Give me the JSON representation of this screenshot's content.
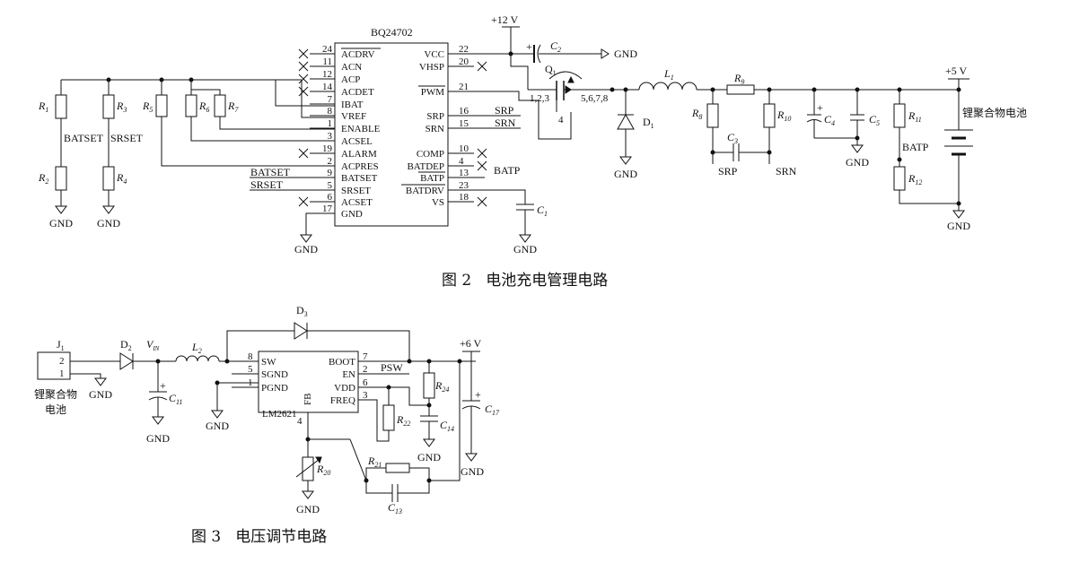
{
  "figure2": {
    "caption_num": "图 2",
    "caption_text": "电池充电管理电路",
    "ic": {
      "name": "BQ24702",
      "left_pins": [
        {
          "num": "24",
          "name": "ACDRV"
        },
        {
          "num": "11",
          "name": "ACN"
        },
        {
          "num": "12",
          "name": "ACP"
        },
        {
          "num": "14",
          "name": "ACDET"
        },
        {
          "num": "7",
          "name": "IBAT"
        },
        {
          "num": "8",
          "name": "VREF"
        },
        {
          "num": "1",
          "name": "ENABLE"
        },
        {
          "num": "3",
          "name": "ACSEL"
        },
        {
          "num": "19",
          "name": "ALARM"
        },
        {
          "num": "2",
          "name": "ACPRES"
        },
        {
          "num": "9",
          "name": "BATSET"
        },
        {
          "num": "5",
          "name": "SRSET"
        },
        {
          "num": "6",
          "name": "ACSET"
        },
        {
          "num": "17",
          "name": "GND"
        }
      ],
      "right_pins": [
        {
          "num": "22",
          "name": "VCC"
        },
        {
          "num": "20",
          "name": "VHSP"
        },
        {
          "num": "21",
          "name": "PWM"
        },
        {
          "num": "16",
          "name": "SRP"
        },
        {
          "num": "15",
          "name": "SRN"
        },
        {
          "num": "10",
          "name": "COMP"
        },
        {
          "num": "4",
          "name": "BATDEP"
        },
        {
          "num": "13",
          "name": "BATP"
        },
        {
          "num": "23",
          "name": "BATDRV"
        },
        {
          "num": "18",
          "name": "VS"
        }
      ]
    },
    "labels": {
      "r1": "R",
      "r1s": "1",
      "r2": "R",
      "r2s": "2",
      "r3": "R",
      "r3s": "3",
      "r4": "R",
      "r4s": "4",
      "r5": "R",
      "r5s": "5",
      "r6": "R",
      "r6s": "6",
      "r7": "R",
      "r7s": "7",
      "batset": "BATSET",
      "srset": "SRSET",
      "gnd": "GND",
      "batset_wire": "BATSET",
      "srset_wire": "SRSET",
      "vcc12": "+12  V",
      "c2": "C",
      "c2s": "2",
      "q1": "Q",
      "q1s": "1",
      "q1_pins_left": "1,2,3",
      "q1_pins_right": "5,6,7,8",
      "q1_gate": "4",
      "l1": "L",
      "l1s": "1",
      "r9": "R",
      "r9s": "9",
      "d1": "D",
      "d1s": "1",
      "r8": "R",
      "r8s": "8",
      "c3": "C",
      "c3s": "3",
      "r10": "R",
      "r10s": "10",
      "c4": "C",
      "c4s": "4",
      "c5": "C",
      "c5s": "5",
      "v5": "+5  V",
      "r11": "R",
      "r11s": "11",
      "r12": "R",
      "r12s": "12",
      "batp": "BATP",
      "batp_wire": "BATP",
      "battery": "锂聚合物电池",
      "c1": "C",
      "c1s": "1",
      "srp_wire": "SRP",
      "srn_wire": "SRN",
      "srp_node": "SRP",
      "srn_node": "SRN"
    }
  },
  "figure3": {
    "caption_num": "图 3",
    "caption_text": "电压调节电路",
    "ic": {
      "name": "LM2621",
      "fb": "FB",
      "fb_num": "4",
      "left_pins": [
        {
          "num": "8",
          "name": "SW"
        },
        {
          "num": "5",
          "name": "SGND"
        },
        {
          "num": "1",
          "name": "PGND"
        }
      ],
      "right_pins": [
        {
          "num": "7",
          "name": "BOOT"
        },
        {
          "num": "2",
          "name": "EN"
        },
        {
          "num": "6",
          "name": "VDD"
        },
        {
          "num": "3",
          "name": "FREQ"
        }
      ]
    },
    "labels": {
      "j1": "J",
      "j1s": "1",
      "j1_pin2": "2",
      "j1_pin1": "1",
      "battery_line1": "锂聚合物",
      "battery_line2": "电池",
      "d2": "D",
      "d2s": "2",
      "vin": "V",
      "vins": "IN",
      "l2": "L",
      "l2s": "2",
      "d3": "D",
      "d3s": "3",
      "c11": "C",
      "c11s": "11",
      "gnd": "GND",
      "psw": "PSW",
      "v6": "+6  V",
      "r24": "R",
      "r24s": "24",
      "r22": "R",
      "r22s": "22",
      "c14": "C",
      "c14s": "14",
      "c17": "C",
      "c17s": "17",
      "r20": "R",
      "r20s": "20",
      "r21": "R",
      "r21s": "21",
      "c13": "C",
      "c13s": "13"
    }
  }
}
